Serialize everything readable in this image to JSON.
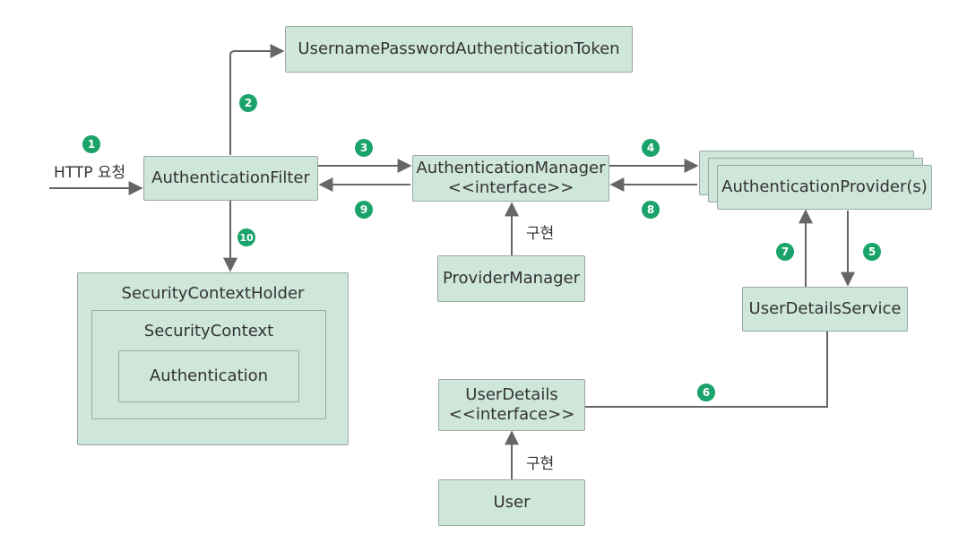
{
  "nodes": {
    "token": "UsernamePasswordAuthenticationToken",
    "filter": "AuthenticationFilter",
    "manager": "AuthenticationManager",
    "manager_sub": "<<interface>>",
    "provider": "AuthenticationProvider(s)",
    "provider_manager": "ProviderManager",
    "holder": "SecurityContextHolder",
    "context": "SecurityContext",
    "authentication": "Authentication",
    "user_details_service": "UserDetailsService",
    "user_details": "UserDetails",
    "user_details_sub": "<<interface>>",
    "user": "User"
  },
  "labels": {
    "http_request": "HTTP 요청",
    "implements_1": "구현",
    "implements_2": "구현"
  },
  "steps": [
    "1",
    "2",
    "3",
    "4",
    "5",
    "6",
    "7",
    "8",
    "9",
    "10"
  ],
  "colors": {
    "box_fill": "#cfe6da",
    "box_border": "#9aa9a2",
    "arrow": "#666666",
    "badge": "#1aa36a"
  }
}
